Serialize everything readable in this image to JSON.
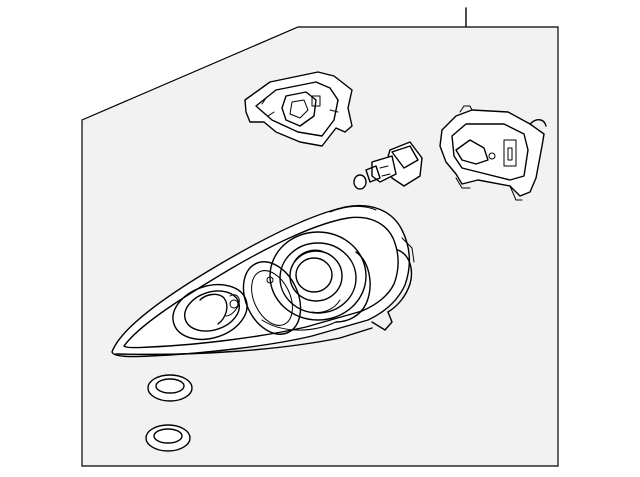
{
  "diagram": {
    "parts": [
      {
        "name": "headlamp-assembly"
      },
      {
        "name": "bulb-socket-cover"
      },
      {
        "name": "bulb"
      },
      {
        "name": "rear-cover"
      },
      {
        "name": "seal-ring-upper"
      },
      {
        "name": "seal-ring-lower"
      }
    ],
    "colors": {
      "line": "#000000",
      "panel": "#f2f2f2",
      "background": "#ffffff"
    }
  }
}
